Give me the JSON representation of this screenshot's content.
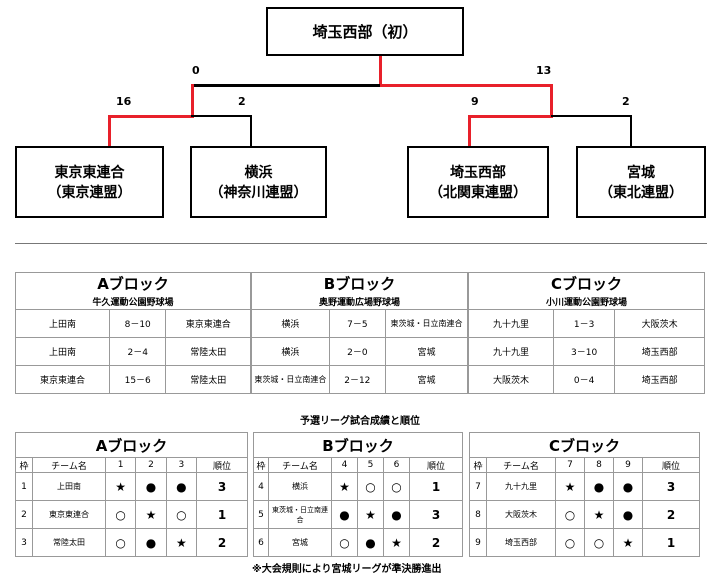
{
  "bracket": {
    "champion": "埼玉西部（初）",
    "scores": {
      "final_left": "0",
      "final_right": "13",
      "semi1_left": "16",
      "semi1_right": "2",
      "semi2_left": "9",
      "semi2_right": "2"
    },
    "teams": [
      {
        "line1": "東京東連合",
        "line2": "（東京連盟）"
      },
      {
        "line1": "横浜",
        "line2": "（神奈川連盟）"
      },
      {
        "line1": "埼玉西部",
        "line2": "（北関東連盟）"
      },
      {
        "line1": "宮城",
        "line2": "（東北連盟）"
      }
    ],
    "highlight_color": "#e8202a"
  },
  "results": [
    {
      "title": "Aブロック",
      "venue": "牛久運動公園野球場",
      "games": [
        [
          "上田南",
          "8－10",
          "東京東連合"
        ],
        [
          "上田南",
          "2－4",
          "常陸太田"
        ],
        [
          "東京東連合",
          "15－6",
          "常陸太田"
        ]
      ]
    },
    {
      "title": "Bブロック",
      "venue": "奥野運動広場野球場",
      "games": [
        [
          "横浜",
          "7－5",
          "東茨城・日立南連合"
        ],
        [
          "横浜",
          "2－0",
          "宮城"
        ],
        [
          "東茨城・日立南連合",
          "2－12",
          "宮城"
        ]
      ]
    },
    {
      "title": "Cブロック",
      "venue": "小川運動公園野球場",
      "games": [
        [
          "九十九里",
          "1－3",
          "大阪茨木"
        ],
        [
          "九十九里",
          "3－10",
          "埼玉西部"
        ],
        [
          "大阪茨木",
          "0－4",
          "埼玉西部"
        ]
      ]
    }
  ],
  "standings_title": "予選リーグ試合成績と順位",
  "standings": [
    {
      "title": "Aブロック",
      "headers": [
        "枠",
        "チーム名",
        "1",
        "2",
        "3",
        "順位"
      ],
      "rows": [
        [
          "1",
          "上田南",
          "★",
          "●",
          "●",
          "3"
        ],
        [
          "2",
          "東京東連合",
          "○",
          "★",
          "○",
          "1"
        ],
        [
          "3",
          "常陸太田",
          "○",
          "●",
          "★",
          "2"
        ]
      ]
    },
    {
      "title": "Bブロック",
      "headers": [
        "枠",
        "チーム名",
        "4",
        "5",
        "6",
        "順位"
      ],
      "rows": [
        [
          "4",
          "横浜",
          "★",
          "○",
          "○",
          "1"
        ],
        [
          "5",
          "東茨城・日立南連合",
          "●",
          "★",
          "●",
          "3"
        ],
        [
          "6",
          "宮城",
          "○",
          "●",
          "★",
          "2"
        ]
      ]
    },
    {
      "title": "Cブロック",
      "headers": [
        "枠",
        "チーム名",
        "7",
        "8",
        "9",
        "順位"
      ],
      "rows": [
        [
          "7",
          "九十九里",
          "★",
          "●",
          "●",
          "3"
        ],
        [
          "8",
          "大阪茨木",
          "○",
          "★",
          "●",
          "2"
        ],
        [
          "9",
          "埼玉西部",
          "○",
          "○",
          "★",
          "1"
        ]
      ]
    }
  ],
  "footnote": "※大会規則により宮城リーグが準決勝進出"
}
